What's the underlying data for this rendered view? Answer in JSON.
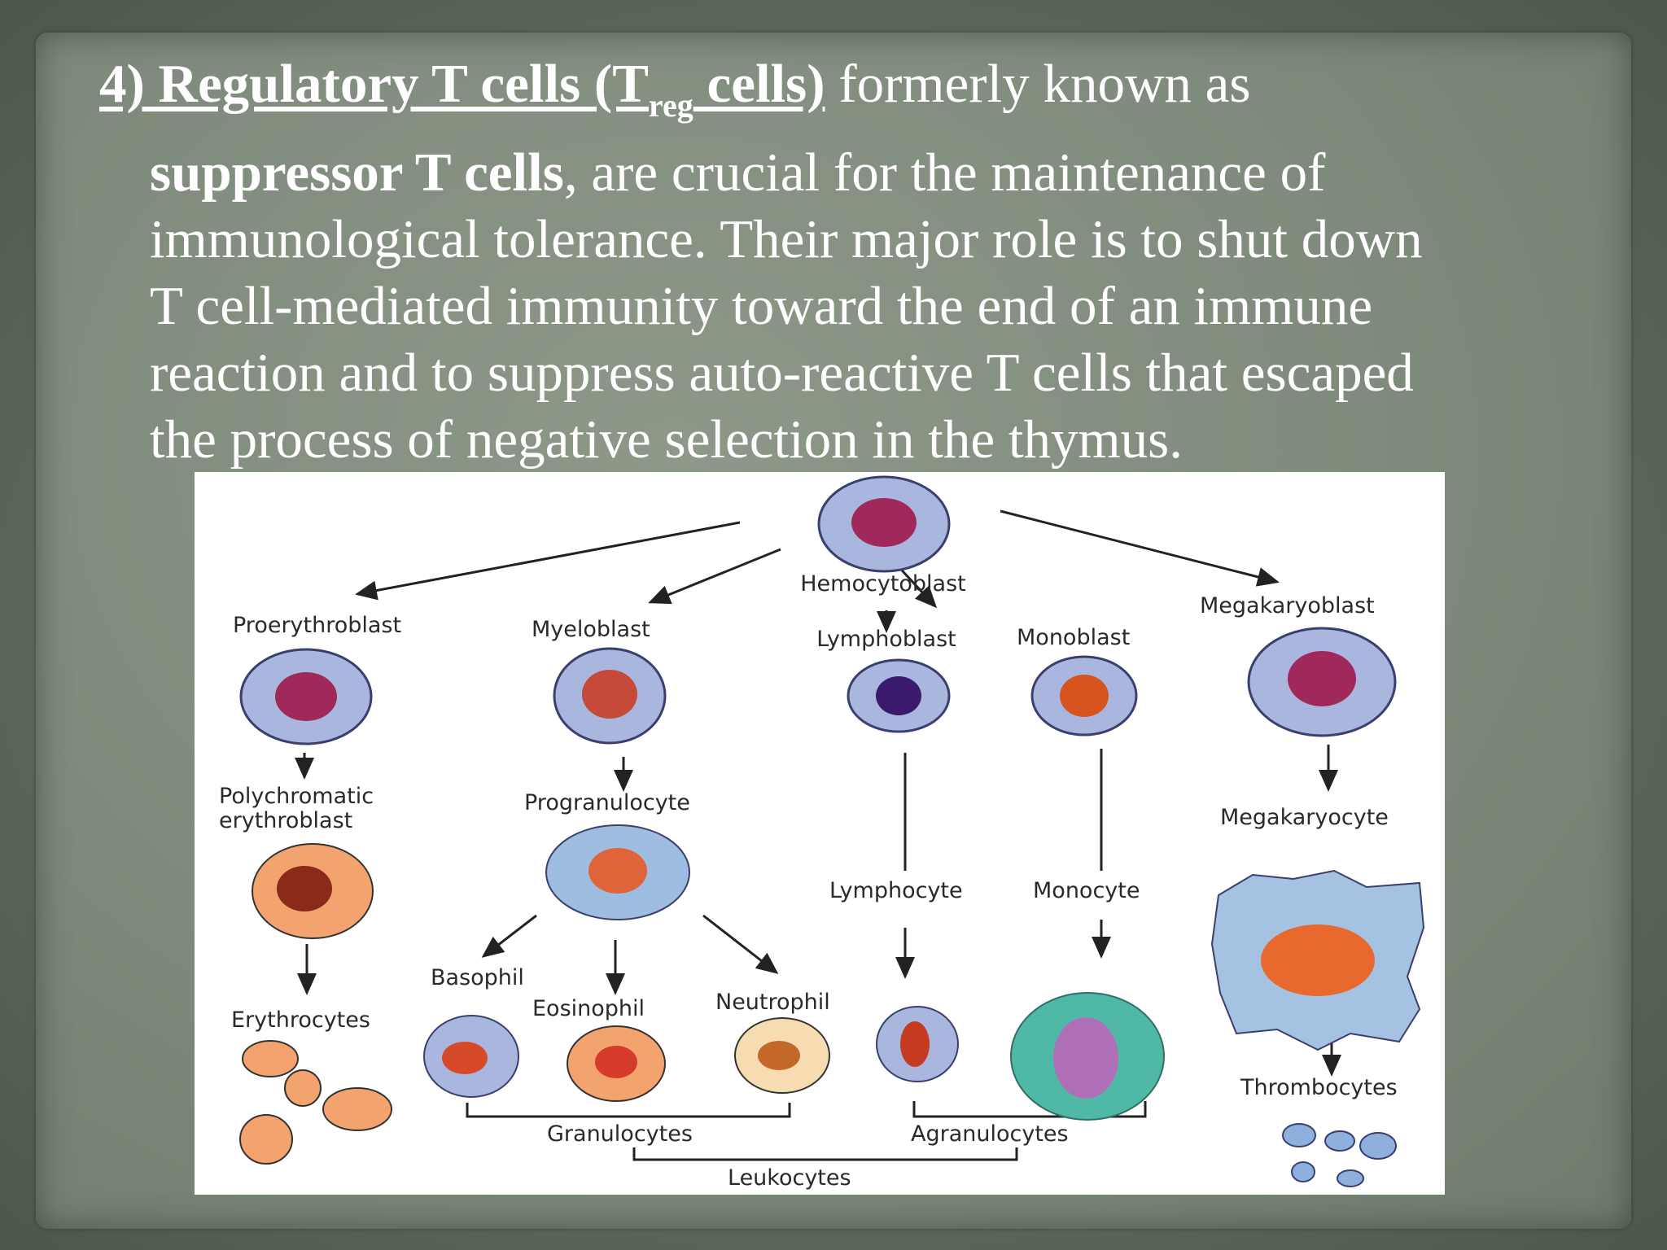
{
  "slide": {
    "heading_prefix": "4) Regulatory T cells (T",
    "heading_sub": "reg",
    "heading_suffix": " cells)",
    "intro_rest": " formerly known as",
    "bold_term": "suppressor T cells",
    "line2_rest": ", are crucial for the maintenance of",
    "line3": "immunological tolerance. Their major role is to shut down",
    "line4": "T cell-mediated immunity toward the end of an immune",
    "line5": "reaction and to suppress auto-reactive T cells that escaped",
    "line6": "the process of negative selection in the thymus."
  },
  "diagram": {
    "root": "Hemocytoblast",
    "proerythroblast": "Proerythroblast",
    "myeloblast": "Myeloblast",
    "lymphoblast": "Lymphoblast",
    "monoblast": "Monoblast",
    "megakaryoblast": "Megakaryoblast",
    "polychromatic_1": "Polychromatic",
    "polychromatic_2": "erythroblast",
    "progranulocyte": "Progranulocyte",
    "megakaryocyte": "Megakaryocyte",
    "lymphocyte": "Lymphocyte",
    "monocyte": "Monocyte",
    "basophil": "Basophil",
    "eosinophil": "Eosinophil",
    "neutrophil": "Neutrophil",
    "erythrocytes": "Erythrocytes",
    "thrombocytes": "Thrombocytes",
    "granulocytes": "Granulocytes",
    "agranulocytes": "Agranulocytes",
    "leukocytes": "Leukocytes",
    "colors": {
      "cell_blue": "#a9b7df",
      "cell_outline": "#3a3f6e",
      "nucleus_purple": "#a0285a",
      "nucleus_orange": "#e0643a",
      "erythro_orange": "#f3a36e",
      "monocyte_teal": "#4fb8a6"
    }
  }
}
